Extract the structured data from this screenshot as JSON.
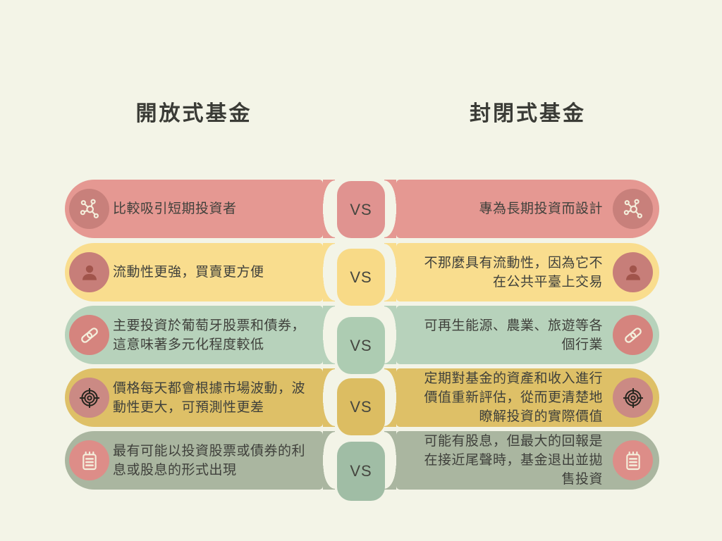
{
  "page": {
    "background": "#f3f4e7",
    "title_text_color": "#3a3b36",
    "body_text_color": "#3f403b"
  },
  "titles": {
    "left": "開放式基金",
    "right": "封閉式基金"
  },
  "vs_label": "VS",
  "rows": [
    {
      "icon": "network-share-icon",
      "left": "比較吸引短期投資者",
      "right": "專為長期投資而設計",
      "colors": {
        "pill": "#e59892",
        "vs_tile": "#e09390",
        "icon_circle": "#c8807b"
      }
    },
    {
      "icon": "user-icon",
      "left": "流動性更強，買賣更方便",
      "right": "不那麼具有流動性，因為它不在公共平臺上交易",
      "colors": {
        "pill": "#f9dd8e",
        "vs_tile": "#f8da87",
        "icon_circle": "#c77e79"
      }
    },
    {
      "icon": "chain-link-icon",
      "left": "主要投資於葡萄牙股票和債券，這意味著多元化程度較低",
      "right": "可再生能源、農業、旅遊等各個行業",
      "colors": {
        "pill": "#b7d2bb",
        "vs_tile": "#adccb2",
        "icon_circle": "#d5847e"
      }
    },
    {
      "icon": "target-icon",
      "left": "價格每天都會根據市場波動，波動性更大，可預測性更差",
      "right": "定期對基金的資產和收入進行價值重新評估，從而更清楚地瞭解投資的實際價值",
      "colors": {
        "pill": "#dec067",
        "vs_tile": "#dcbd62",
        "icon_circle": "#cb8a84"
      }
    },
    {
      "icon": "notepad-icon",
      "left": "最有可能以投資股票或債券的利息或股息的形式出現",
      "right": "可能有股息，但最大的回報是在接近尾聲時，基金退出並拋售投資",
      "colors": {
        "pill": "#aab6a0",
        "vs_tile": "#a0bda5",
        "icon_circle": "#dd8d88"
      }
    }
  ]
}
